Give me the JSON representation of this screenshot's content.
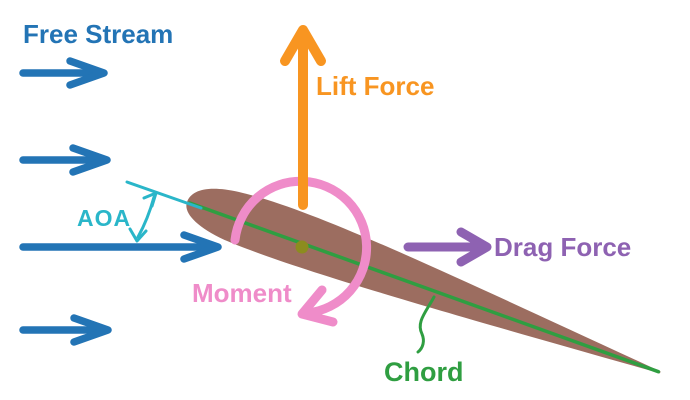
{
  "diagram": {
    "labels": {
      "free_stream": "Free Stream",
      "lift_force": "Lift Force",
      "drag_force": "Drag Force",
      "moment": "Moment",
      "aoa": "AOA",
      "chord": "Chord"
    },
    "colors": {
      "background": "#ffffff",
      "free_stream_blue": "#2374b5",
      "aoa_cyan": "#2ab6c9",
      "lift_orange": "#f89521",
      "moment_pink": "#ef8cc9",
      "drag_purple": "#8e62b2",
      "chord_green": "#2f9e41",
      "airfoil_brown": "#9c6d60",
      "center_dot_olive": "#8c8c1f"
    }
  }
}
